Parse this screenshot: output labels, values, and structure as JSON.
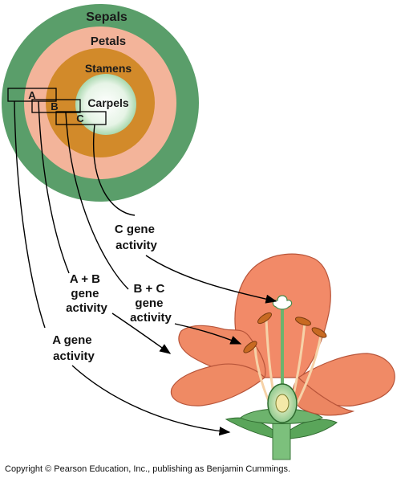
{
  "rings": {
    "sepals": "Sepals",
    "petals": "Petals",
    "stamens": "Stamens",
    "carpels": "Carpels"
  },
  "boxes": {
    "a": "A",
    "b": "B",
    "c": "C"
  },
  "callouts": {
    "c_gene": [
      "C gene",
      "activity"
    ],
    "bc_gene": [
      "B + C",
      "gene",
      "activity"
    ],
    "ab_gene": [
      "A + B",
      "gene",
      "activity"
    ],
    "a_gene": [
      "A gene",
      "activity"
    ]
  },
  "copyright": "Copyright © Pearson Education, Inc., publishing as Benjamin Cummings.",
  "colors": {
    "sepals": "#5a9e6a",
    "petals": "#f3b49a",
    "stamens": "#d28a2a",
    "carpels": "#e8f5e8",
    "flower": "#f08c6a",
    "stem": "#7cc07c"
  }
}
